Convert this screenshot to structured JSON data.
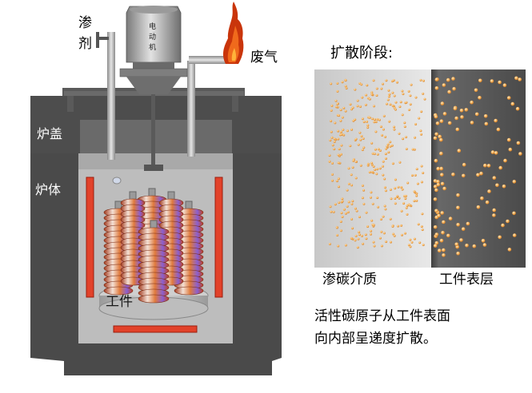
{
  "furnace": {
    "carburizer_label": "渗剂",
    "motor_label": "电动机",
    "exhaust_label": "废气",
    "lid_label": "炉盖",
    "body_label": "炉体",
    "workpiece_label": "工件"
  },
  "diffusion": {
    "title": "扩散阶段:",
    "medium_label": "渗碳介质",
    "surface_label": "工件表层",
    "description_line1": "活性碳原子从工件表面",
    "description_line2": "向内部呈递度扩散。"
  },
  "colors": {
    "furnace_shell": "#4f4f4f",
    "furnace_inner": "#bfbfbf",
    "heater": "#e8432b",
    "flame": "#d9440e",
    "medium_bg": "#d4d4d4",
    "surface_bg": "#585858",
    "atom": "#f0a44a"
  }
}
